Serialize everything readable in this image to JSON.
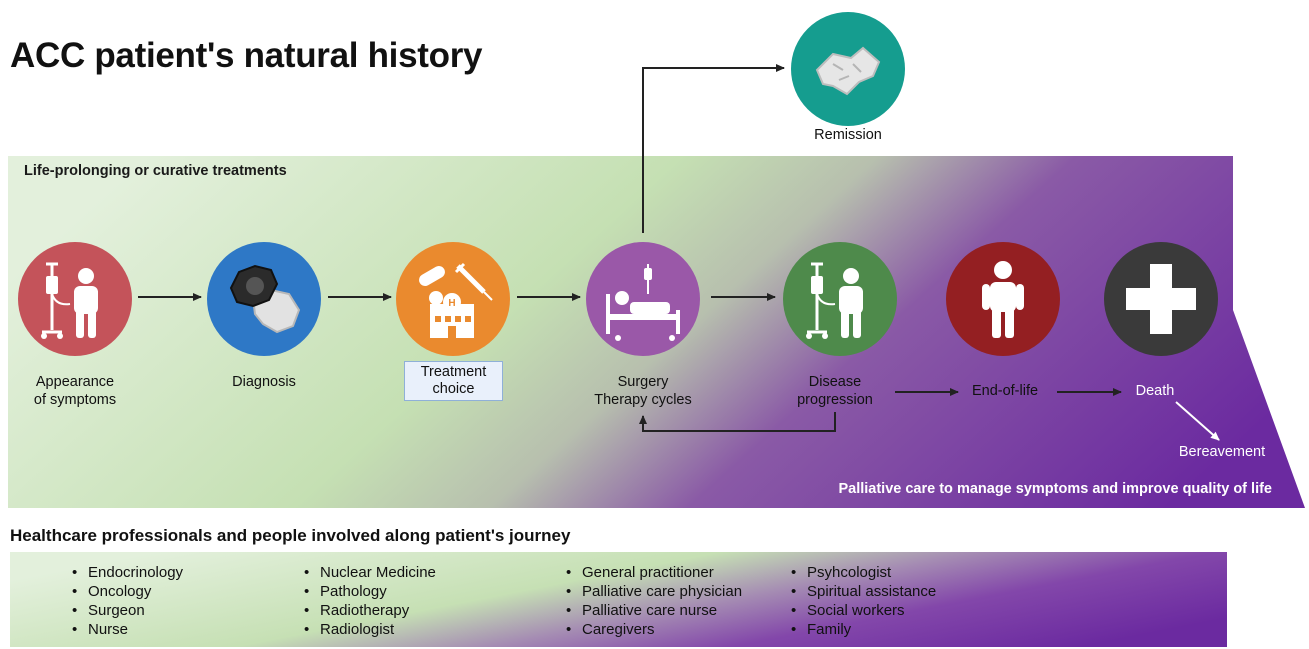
{
  "title": "ACC patient's natural history",
  "band": {
    "top_label": "Life-prolonging or curative treatments",
    "bottom_label": "Palliative care to manage symptoms and improve quality of life"
  },
  "remission": {
    "label": "Remission",
    "icon": "tumor-tissue-icon",
    "color": "#159d8f"
  },
  "stages": [
    {
      "id": "symptoms",
      "lines": [
        "Appearance",
        "of symptoms"
      ],
      "icon": "patient-iv-drip-icon",
      "color": "#c4535a"
    },
    {
      "id": "diagnosis",
      "lines": [
        "Diagnosis"
      ],
      "icon": "tumor-tissue-icon",
      "color": "#2e78c6"
    },
    {
      "id": "treatment",
      "lines": [
        "Treatment",
        "choice"
      ],
      "icon": "hospital-pills-syringe-icon",
      "color": "#ea8a2e"
    },
    {
      "id": "surgery",
      "lines": [
        "Surgery",
        "Therapy cycles"
      ],
      "icon": "hospital-bed-icon",
      "color": "#9a58a8"
    },
    {
      "id": "progression",
      "lines": [
        "Disease",
        "progression"
      ],
      "icon": "patient-iv-drip-icon",
      "color": "#4e8a4b"
    },
    {
      "id": "end_of_life",
      "lines": [
        "End-of-life"
      ],
      "icon": "person-icon",
      "color": "#941f22"
    },
    {
      "id": "death",
      "lines": [
        "Death"
      ],
      "icon": "cross-icon",
      "color": "#3a3a3a"
    }
  ],
  "bereavement": "Bereavement",
  "professionals": {
    "title": "Healthcare professionals and people involved along patient's journey",
    "columns": [
      [
        "Endocrinology",
        "Oncology",
        "Surgeon",
        "Nurse"
      ],
      [
        "Nuclear Medicine",
        "Pathology",
        "Radiotherapy",
        "Radiologist"
      ],
      [
        "General practitioner",
        "Palliative care physician",
        "Palliative care nurse",
        "Caregivers"
      ],
      [
        "Psyhcologist",
        "Spiritual assistance",
        "Social workers",
        "Family"
      ]
    ]
  }
}
